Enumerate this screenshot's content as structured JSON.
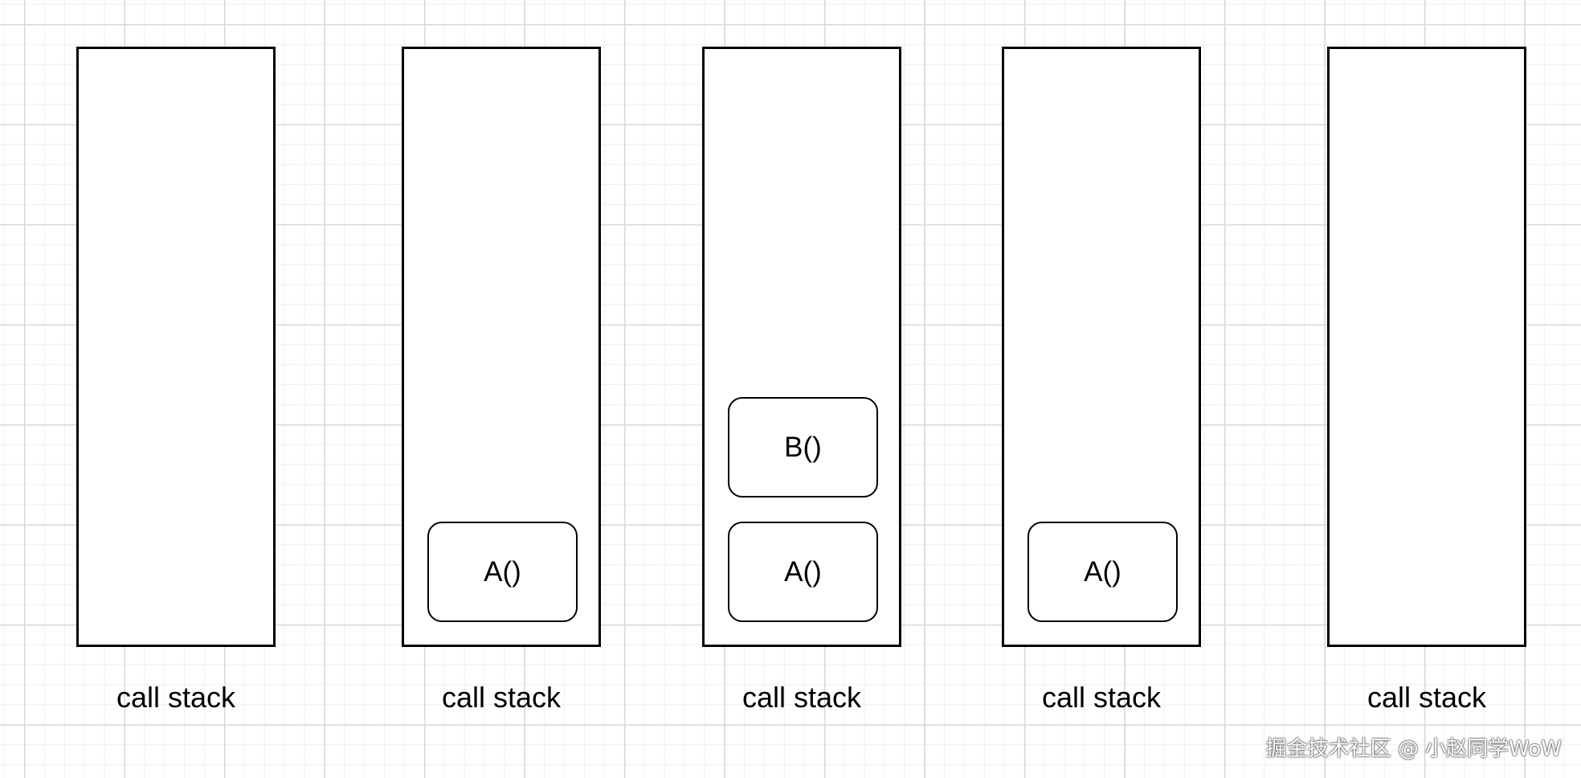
{
  "stacks": [
    {
      "label": "call stack",
      "frames": []
    },
    {
      "label": "call stack",
      "frames": [
        "A()"
      ]
    },
    {
      "label": "call stack",
      "frames": [
        "A()",
        "B()"
      ]
    },
    {
      "label": "call stack",
      "frames": [
        "A()"
      ]
    },
    {
      "label": "call stack",
      "frames": []
    }
  ],
  "watermark": "掘金技术社区 @ 小赵同学WoW"
}
